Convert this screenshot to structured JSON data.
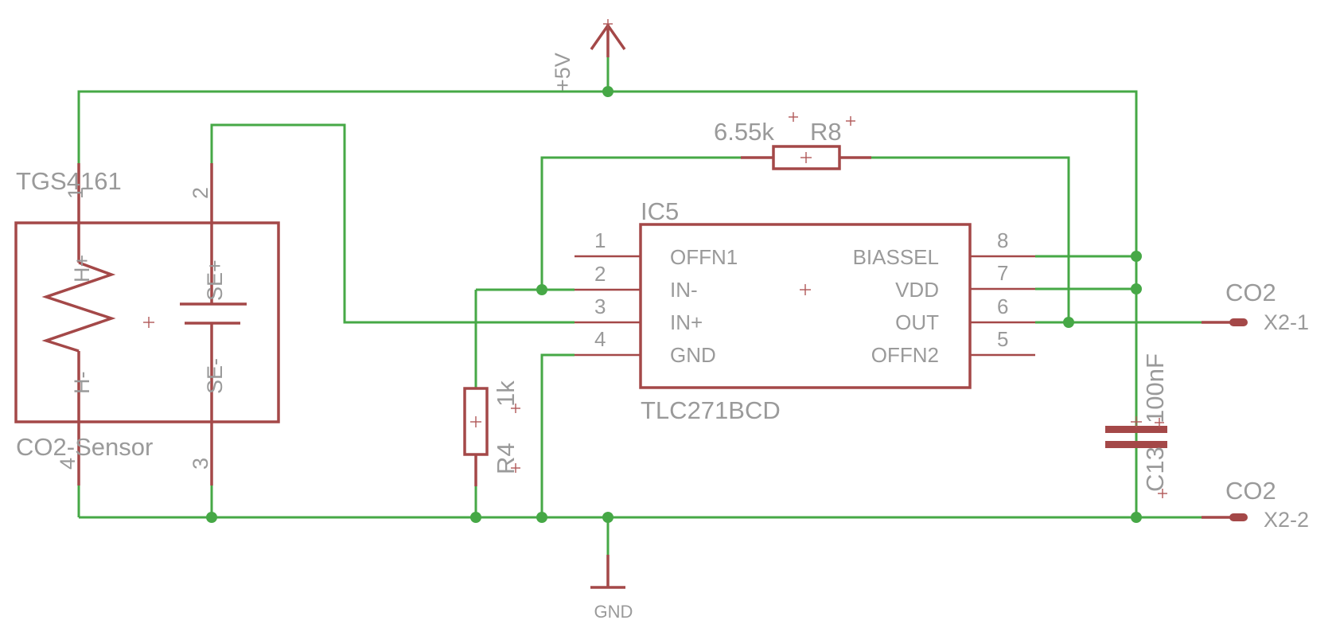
{
  "supply": {
    "vcc": "+5V",
    "gnd": "GND"
  },
  "sensor": {
    "part": "TGS4161",
    "name": "CO2-Sensor",
    "pins": [
      "1",
      "2",
      "3",
      "4"
    ],
    "heater_labels": [
      "H+",
      "H-"
    ],
    "sense_labels": [
      "SE+",
      "SE-"
    ]
  },
  "ic": {
    "ref": "IC5",
    "value": "TLC271BCD",
    "pins_left": [
      {
        "num": "1",
        "name": "OFFN1"
      },
      {
        "num": "2",
        "name": "IN-"
      },
      {
        "num": "3",
        "name": "IN+"
      },
      {
        "num": "4",
        "name": "GND"
      }
    ],
    "pins_right": [
      {
        "num": "8",
        "name": "BIASSEL"
      },
      {
        "num": "7",
        "name": "VDD"
      },
      {
        "num": "6",
        "name": "OUT"
      },
      {
        "num": "5",
        "name": "OFFN2"
      }
    ]
  },
  "resistors": [
    {
      "ref": "R8",
      "value": "6.55k"
    },
    {
      "ref": "R4",
      "value": "1k"
    }
  ],
  "capacitor": {
    "ref": "C13",
    "value": "100nF"
  },
  "connectors": [
    {
      "net": "CO2",
      "pin": "X2-1"
    },
    {
      "net": "CO2",
      "pin": "X2-2"
    }
  ],
  "colors": {
    "wire": "#46a846",
    "part": "#a44848",
    "text": "#9a9a9a"
  }
}
